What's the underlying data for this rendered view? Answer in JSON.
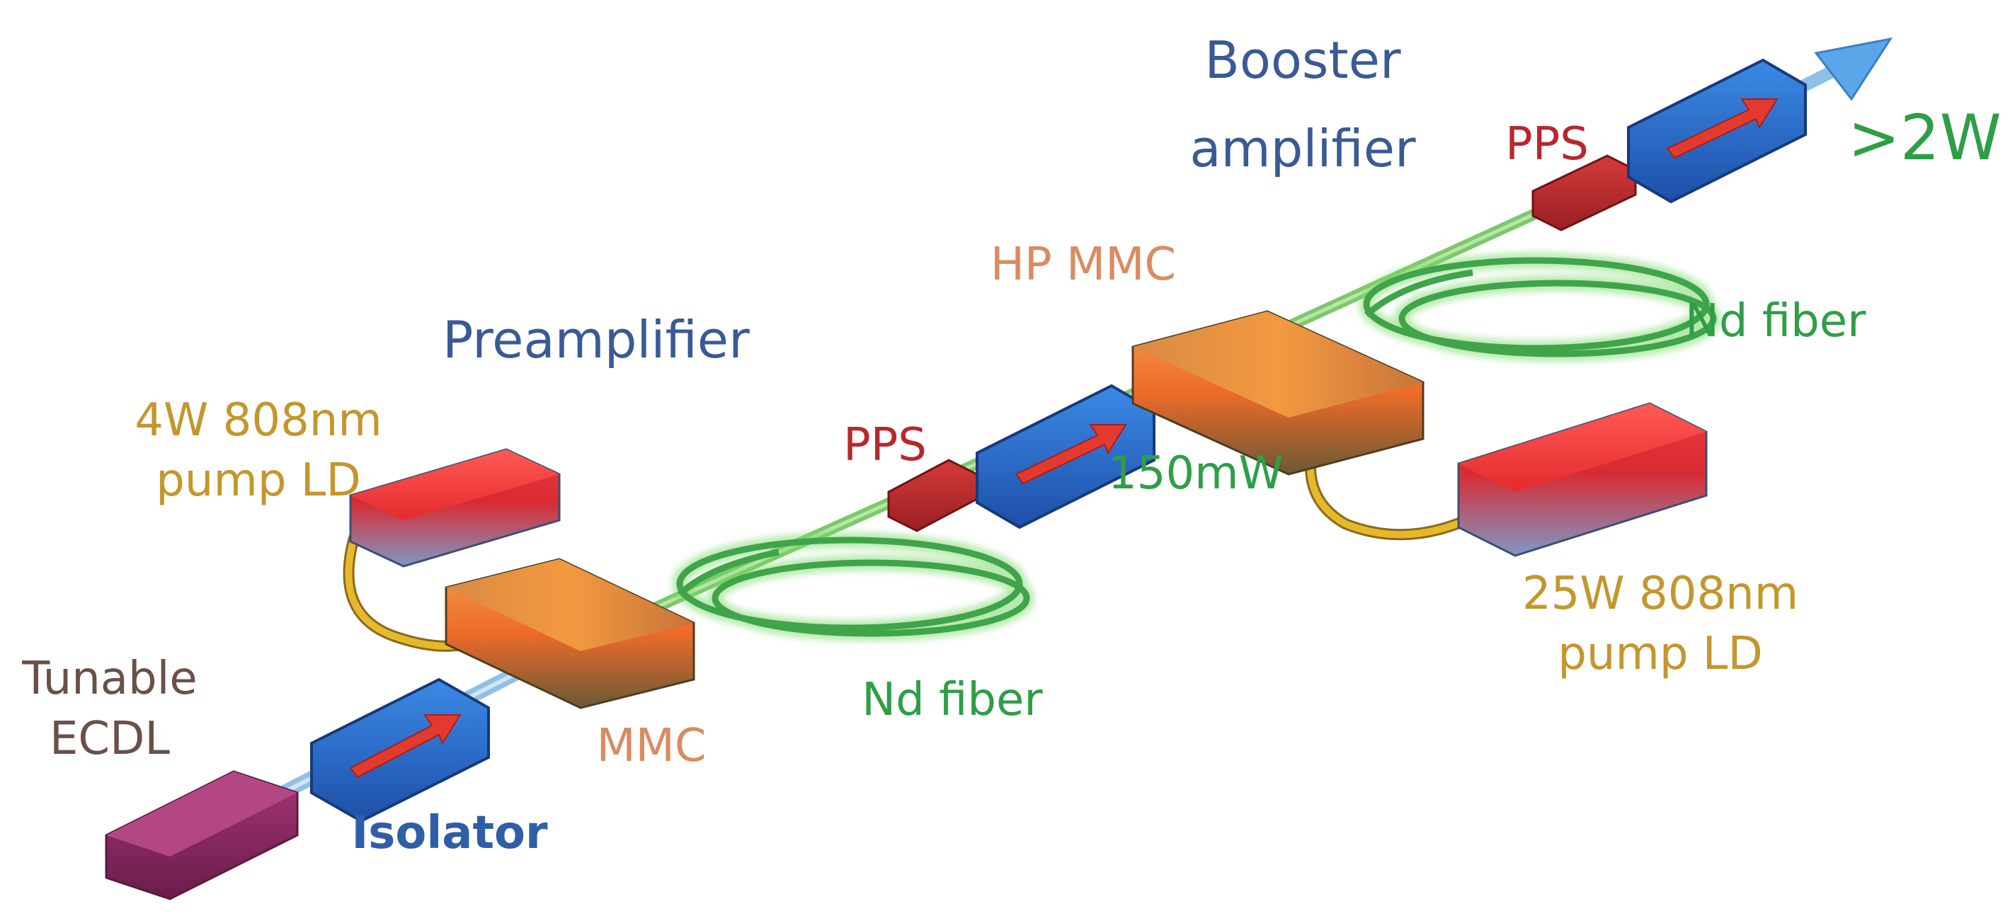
{
  "labels": {
    "booster_line1": "Booster",
    "booster_line2": "amplifier",
    "output_power": ">2W",
    "pps_booster": "PPS",
    "hp_mmc": "HP MMC",
    "nd_fiber_booster": "Nd fiber",
    "preamplifier": "Preamplifier",
    "pump_small_line1": "4W 808nm",
    "pump_small_line2": "pump LD",
    "pps_pre": "PPS",
    "power_150mw": "150mW",
    "pump_large_line1": "25W 808nm",
    "pump_large_line2": "pump LD",
    "source_line1": "Tunable",
    "source_line2": "ECDL",
    "mmc": "MMC",
    "nd_fiber_pre": "Nd fiber",
    "isolator": "Isolator"
  },
  "colors": {
    "blue_label": "#3a5a95",
    "green": "#2f9e46",
    "fiber_green": "#7cc96a",
    "orange_label": "#d98b62",
    "red_label": "#b7282e",
    "gold_label": "#c4962c",
    "brown_label": "#6b5048",
    "isolator_blue": "#2f6fd1",
    "arrow_red": "#e23a2e",
    "pump_red": "#e0262d",
    "pump_blue": "#7c96c0",
    "ecdl_purple": "#8e2a62",
    "mmc_orange": "#f07a2a",
    "cable_gold": "#e6b92c",
    "beam_blue": "#8fc0e6"
  }
}
